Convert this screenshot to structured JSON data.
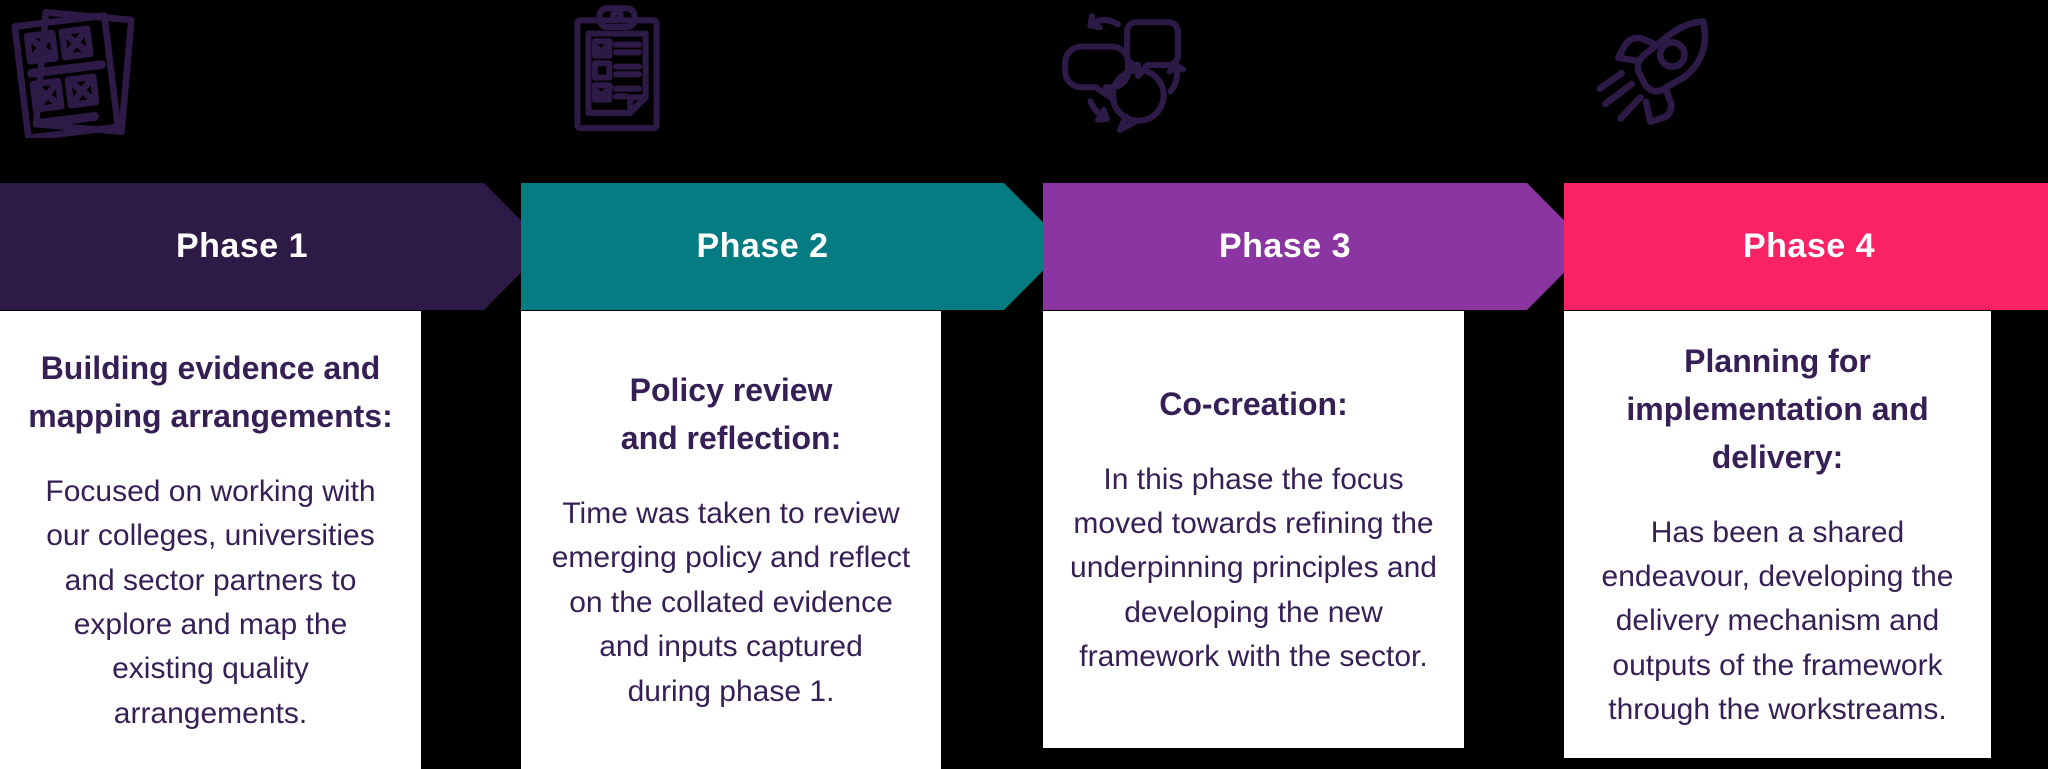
{
  "colors": {
    "background": "#000000",
    "card_background": "#FFFFFF",
    "text": "#361F55",
    "icon": "#2E1A47",
    "banner_text": "#FFFFFF"
  },
  "phases": [
    {
      "banner_label": "Phase 1",
      "banner_color": "#2E1A47",
      "icon": "survey-forms-icon",
      "heading": "Building evidence and\nmapping arrangements:",
      "body": "Focused on working with\nour colleges, universities\nand sector partners to\nexplore and map the\nexisting quality\narrangements."
    },
    {
      "banner_label": "Phase 2",
      "banner_color": "#047C81",
      "icon": "clipboard-checklist-icon",
      "heading": "Policy review\nand reflection:",
      "body": "Time was taken to review\nemerging policy and reflect\non the collated evidence\nand inputs captured\nduring phase 1."
    },
    {
      "banner_label": "Phase 3",
      "banner_color": "#8A35A1",
      "icon": "speech-bubbles-cycle-icon",
      "heading": "Co-creation:",
      "body": "In this phase the focus\nmoved towards refining the\nunderpinning principles and\ndeveloping the new\nframework with the sector."
    },
    {
      "banner_label": "Phase 4",
      "banner_color": "#FA2164",
      "icon": "rocket-icon",
      "heading": "Planning for\nimplementation and\ndelivery:",
      "body": "Has been a shared\nendeavour, developing the\ndelivery mechanism and\noutputs of the framework\nthrough the workstreams."
    }
  ]
}
